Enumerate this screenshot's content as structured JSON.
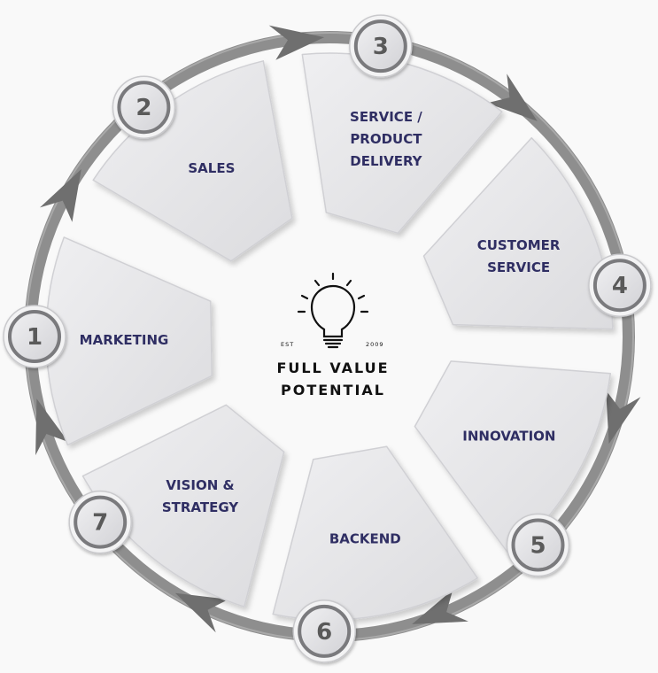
{
  "colors": {
    "background": "#f9f9f9",
    "ring": "#8e8e8e",
    "ring_dark": "#6f6f6f",
    "segment_fill": "#e6e6e8",
    "label_color": "#2f2e63",
    "number_badge": "#e4e4e6"
  },
  "center": {
    "icon": "lightbulb-icon",
    "est_label": "EST",
    "year": "2009",
    "title_line1": "FULL VALUE",
    "title_line2": "POTENTIAL"
  },
  "stages": [
    {
      "number": "1",
      "lines": [
        "MARKETING"
      ]
    },
    {
      "number": "2",
      "lines": [
        "SALES"
      ]
    },
    {
      "number": "3",
      "lines": [
        "SERVICE /",
        "PRODUCT",
        "DELIVERY"
      ]
    },
    {
      "number": "4",
      "lines": [
        "CUSTOMER",
        "SERVICE"
      ]
    },
    {
      "number": "5",
      "lines": [
        "INNOVATION"
      ]
    },
    {
      "number": "6",
      "lines": [
        "BACKEND"
      ]
    },
    {
      "number": "7",
      "lines": [
        "VISION &",
        "STRATEGY"
      ]
    }
  ]
}
